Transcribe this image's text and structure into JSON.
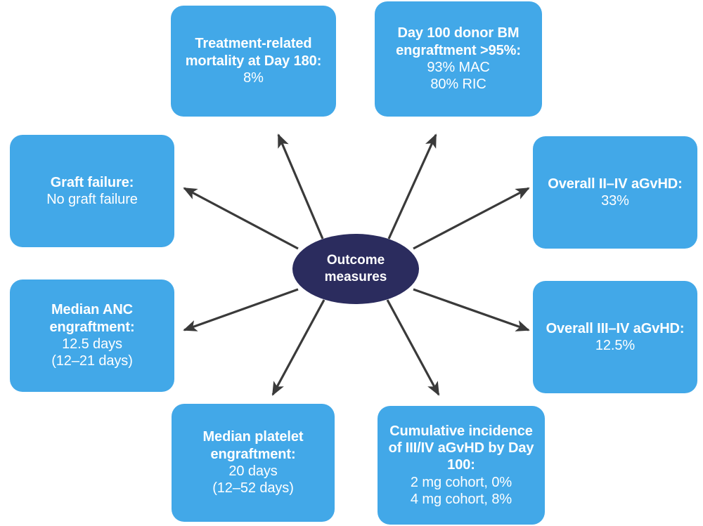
{
  "diagram": {
    "type": "radial-hub-and-spoke",
    "center": {
      "label_line1": "Outcome",
      "label_line2": "measures",
      "fill_color": "#2b2c5e",
      "text_color": "#ffffff"
    },
    "node_fill_color": "#42a8e8",
    "node_text_color": "#ffffff",
    "arrow_color": "#3a3a3a",
    "nodes": [
      {
        "id": "treatment-related-mortality",
        "title": "Treatment-related mortality at Day 180:",
        "values": [
          "8%"
        ],
        "position": "top-left"
      },
      {
        "id": "day-100-donor-bm-engraftment",
        "title": "Day 100 donor BM engraftment >95%:",
        "values": [
          "93% MAC",
          "80% RIC"
        ],
        "position": "top-right"
      },
      {
        "id": "overall-ii-iv-agvhd",
        "title": "Overall II–IV aGvHD:",
        "values": [
          "33%"
        ],
        "position": "right-upper"
      },
      {
        "id": "overall-iii-iv-agvhd",
        "title": "Overall III–IV aGvHD:",
        "values": [
          "12.5%"
        ],
        "position": "right-lower"
      },
      {
        "id": "cumulative-incidence-iii-iv-agvhd",
        "title": "Cumulative incidence of III/IV aGvHD by Day 100:",
        "values": [
          "2 mg cohort, 0%",
          "4 mg cohort, 8%"
        ],
        "position": "bottom-right"
      },
      {
        "id": "median-platelet-engraftment",
        "title": "Median platelet engraftment:",
        "values": [
          "20 days",
          "(12–52 days)"
        ],
        "position": "bottom-left"
      },
      {
        "id": "median-anc-engraftment",
        "title": "Median ANC engraftment:",
        "values": [
          "12.5 days",
          "(12–21 days)"
        ],
        "position": "left-lower"
      },
      {
        "id": "graft-failure",
        "title": "Graft failure:",
        "values": [
          "No graft failure"
        ],
        "position": "left-upper"
      }
    ]
  }
}
